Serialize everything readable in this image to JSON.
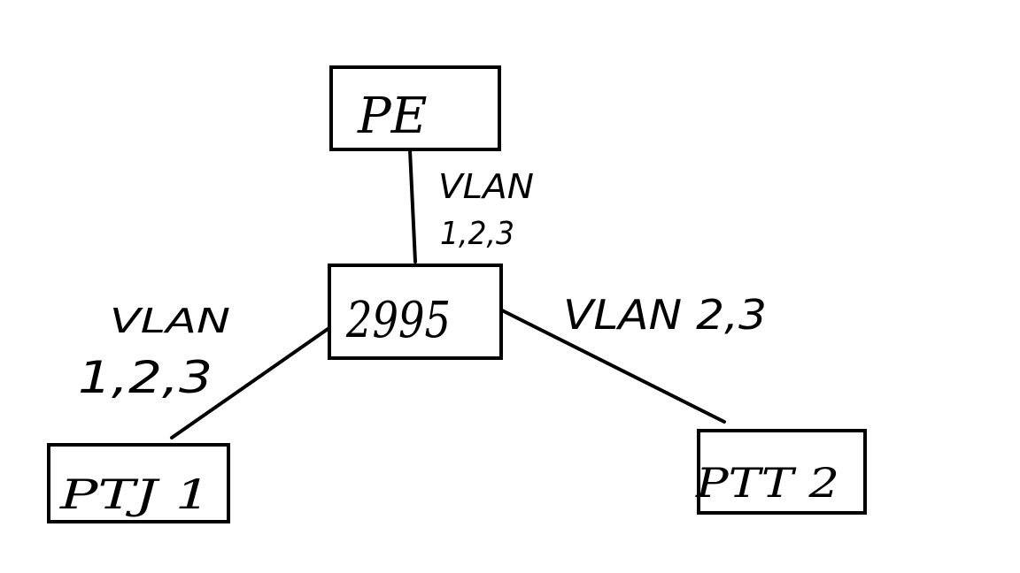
{
  "diagram": {
    "nodes": {
      "pe": {
        "label": "PE"
      },
      "switch": {
        "label": "2995"
      },
      "ptt1": {
        "label": "PTJ 1"
      },
      "ptt2": {
        "label": "PTT 2"
      }
    },
    "links": {
      "pe_switch": {
        "line1": "VLAN",
        "line2": "1,2,3"
      },
      "switch_ptt1": {
        "line1": "VLAN",
        "line2": "1,2,3"
      },
      "switch_ptt2": {
        "line1": "VLAN 2,3"
      }
    },
    "colors": {
      "stroke": "#000000",
      "background": "#ffffff"
    }
  }
}
